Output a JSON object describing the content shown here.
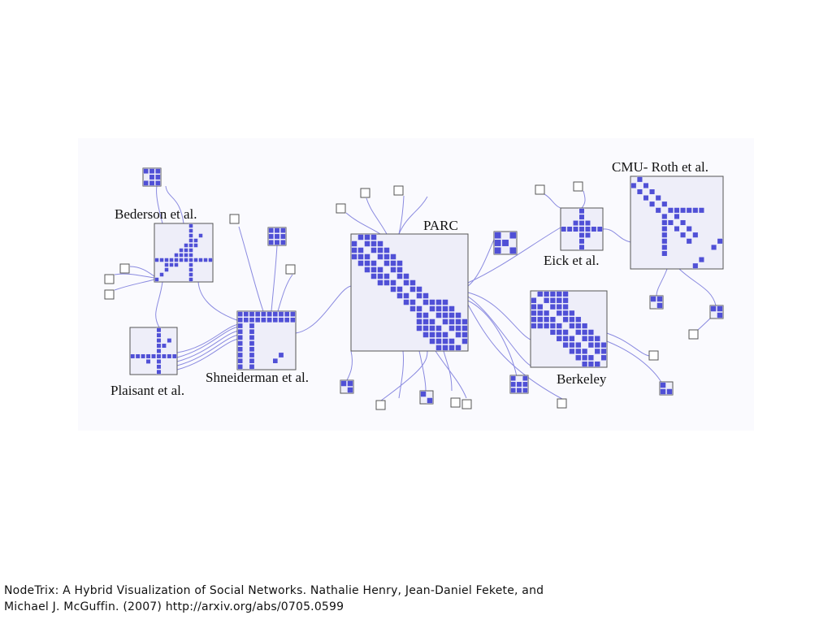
{
  "colors": {
    "background": "#ffffff",
    "figure_background": "#fafafe",
    "matrix_fill": "#5050d6",
    "matrix_empty": "#eeeef9",
    "edge": "#8a8ae0",
    "border": "#555555"
  },
  "clusters": [
    {
      "id": "bederson",
      "label": "Bederson et al."
    },
    {
      "id": "plaisant",
      "label": "Plaisant et al."
    },
    {
      "id": "shneiderman",
      "label": "Shneiderman et al."
    },
    {
      "id": "parc",
      "label": "PARC"
    },
    {
      "id": "eick",
      "label": "Eick et al."
    },
    {
      "id": "cmu",
      "label": "CMU- Roth et al."
    },
    {
      "id": "berkeley",
      "label": "Berkeley"
    }
  ],
  "caption": {
    "line1": "NodeTrix: A Hybrid Visualization of Social Networks. Nathalie Henry, Jean-Daniel Fekete, and",
    "line2": "Michael J. McGuffin. (2007) http://arxiv.org/abs/0705.0599"
  }
}
